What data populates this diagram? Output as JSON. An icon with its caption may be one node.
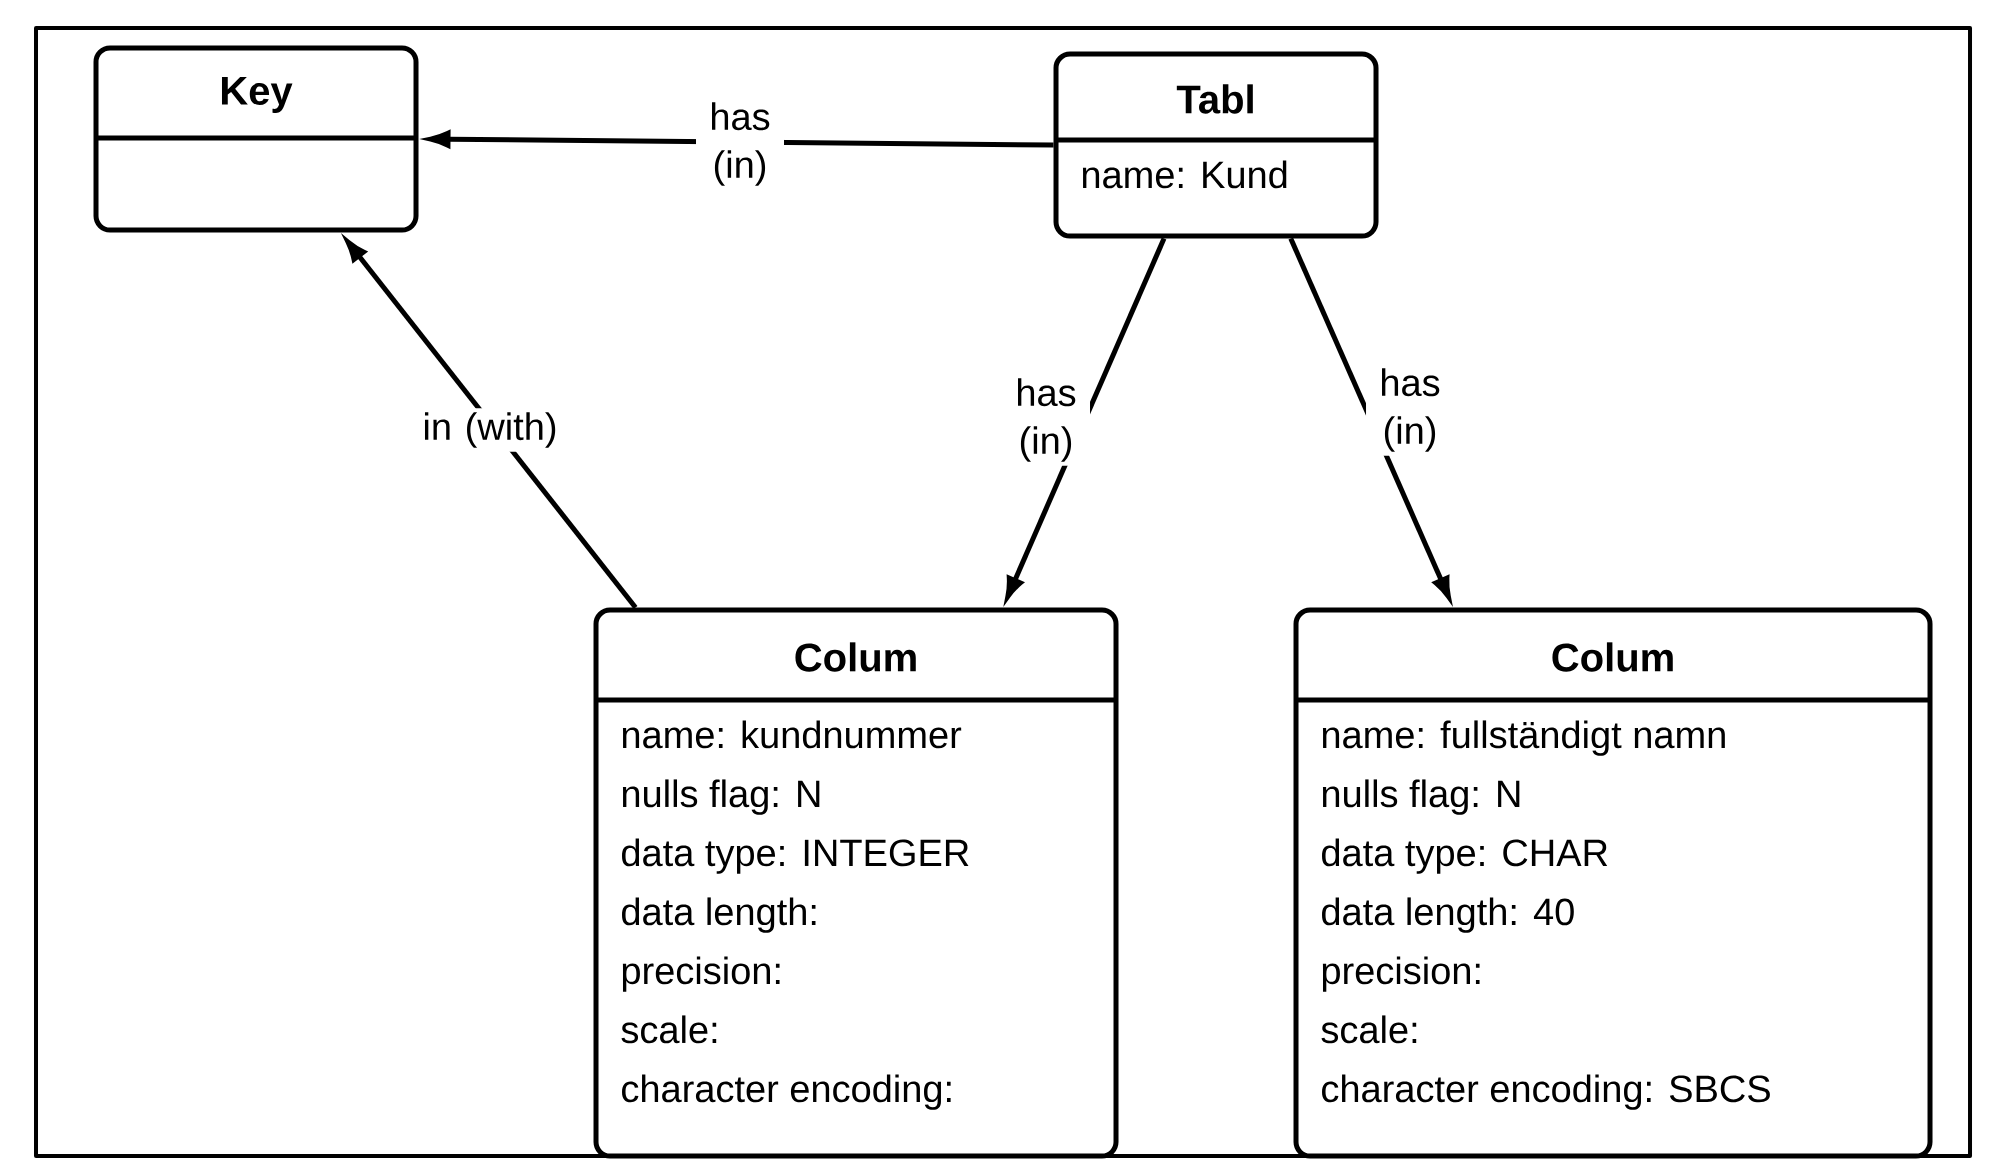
{
  "diagram": {
    "nodes": [
      {
        "text": [
          "Key"
        ]
      },
      {
        "text": [
          "Tabl",
          "name: Kund"
        ]
      },
      {
        "text": [
          "Colum",
          "name: kundnummer",
          "nulls flag: N",
          "data type: INTEGER",
          "data length:",
          "precision:",
          "scale:",
          "character encoding:"
        ]
      },
      {
        "text": [
          "Colum",
          "name: fullständigt namn",
          "nulls flag: N",
          "data type: CHAR",
          "data length: 40",
          "precision:",
          "scale:",
          "character encoding: SBCS"
        ]
      }
    ],
    "edges": [
      {
        "from": 1,
        "to": 0,
        "arrow": "to",
        "label": "has (in)"
      },
      {
        "from": 1,
        "to": 2,
        "arrow": "to",
        "label": "has (in)"
      },
      {
        "from": 1,
        "to": 3,
        "arrow": "to",
        "label": "has (in)"
      },
      {
        "from": 2,
        "to": 0,
        "arrow": "to",
        "label": "in (with)"
      }
    ]
  }
}
